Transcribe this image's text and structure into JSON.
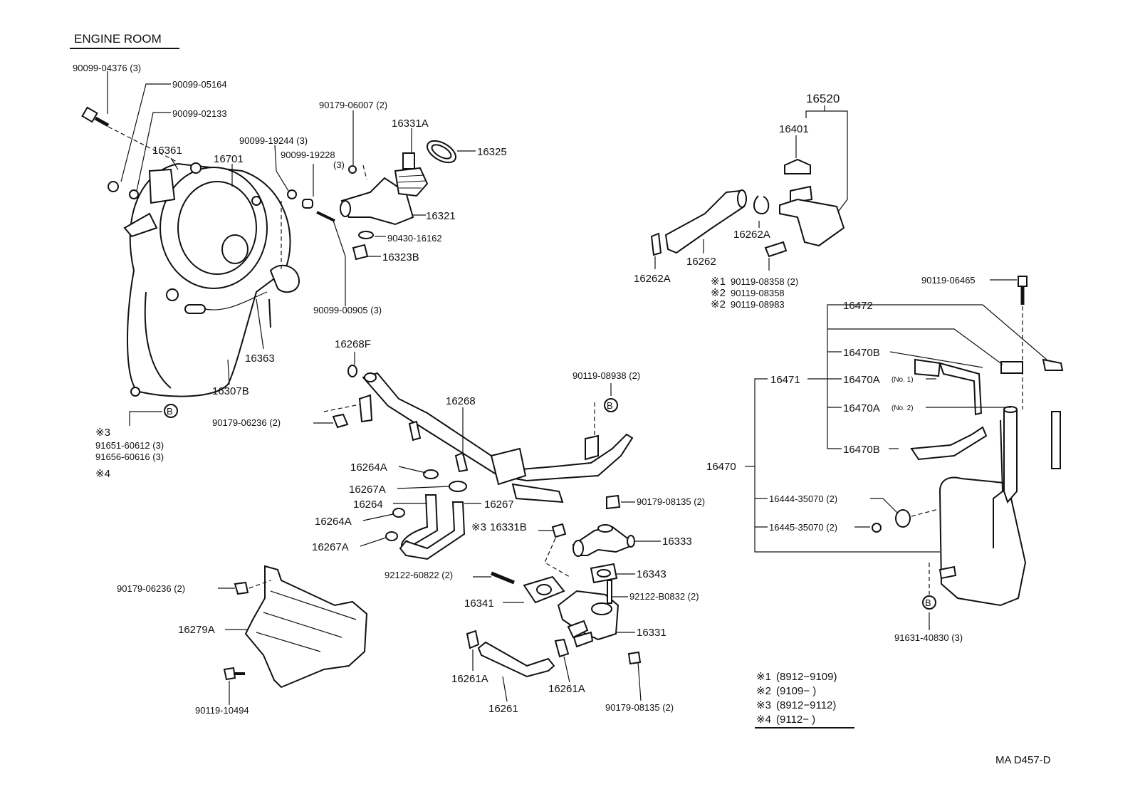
{
  "title": "ENGINE ROOM",
  "code": "MA D457-D",
  "ref_mark": "B",
  "legend": [
    {
      "mark": "※1",
      "range": "(8912−9109)"
    },
    {
      "mark": "※2",
      "range": "(9109−       )"
    },
    {
      "mark": "※3",
      "range": "(8912−9112)"
    },
    {
      "mark": "※4",
      "range": "(9112−       )"
    }
  ],
  "labels": {
    "p90099_04376": "90099-04376 (3)",
    "p90099_05164": "90099-05164",
    "p90099_02133": "90099-02133",
    "p16361": "16361",
    "p16701": "16701",
    "p90099_19244": "90099-19244 (3)",
    "p90099_19228": "90099-19228",
    "p90099_19228_qty": "(3)",
    "p90179_06007": "90179-06007 (2)",
    "p16331A": "16331A",
    "p16325": "16325",
    "p16321": "16321",
    "p90430_16162": "90430-16162",
    "p16323B": "16323B",
    "p90099_00905": "90099-00905 (3)",
    "p16363": "16363",
    "p16307B": "16307B",
    "mark3": "※3",
    "p91651_60612": "91651-60612 (3)",
    "p91656_60616": "91656-60616 (3)",
    "mark4": "※4",
    "p16520": "16520",
    "p16401": "16401",
    "p16262A_top": "16262A",
    "p16262": "16262",
    "p16262A_left": "16262A",
    "s1_mark": "※1",
    "s1_part": "90119-08358 (2)",
    "s2a_mark": "※2",
    "s2a_part": "90119-08358",
    "s2b_mark": "※2",
    "s2b_part": "90119-08983",
    "p90119_06465": "90119-06465",
    "p16472": "16472",
    "p16470B_top": "16470B",
    "p16471": "16471",
    "p16470A_no1": "16470A",
    "no1": "(No. 1)",
    "p16470A_no2": "16470A",
    "no2": "(No. 2)",
    "p16470B_bot": "16470B",
    "p16470": "16470",
    "p16444": "16444-35070 (2)",
    "p16445": "16445-35070 (2)",
    "p91631": "91631-40830 (3)",
    "p16268F": "16268F",
    "p16268": "16268",
    "p90119_08938": "90119-08938 (2)",
    "p90179_06236_mid": "90179-06236 (2)",
    "p16264A_1": "16264A",
    "p16267A_1": "16267A",
    "p16264": "16264",
    "p16267": "16267",
    "p16264A_2": "16264A",
    "p16267A_2": "16267A",
    "mark3b": "※3",
    "p16331B": "16331B",
    "p90179_08135_a": "90179-08135 (2)",
    "p16333": "16333",
    "p16343": "16343",
    "p92122_60822": "92122-60822 (2)",
    "p92122_B0832": "92122-B0832 (2)",
    "p16341": "16341",
    "p16331": "16331",
    "p90179_06236_low": "90179-06236 (2)",
    "p16279A": "16279A",
    "p90119_10494": "90119-10494",
    "p16261A_l": "16261A",
    "p16261A_r": "16261A",
    "p16261": "16261",
    "p90179_08135_b": "90179-08135 (2)"
  }
}
